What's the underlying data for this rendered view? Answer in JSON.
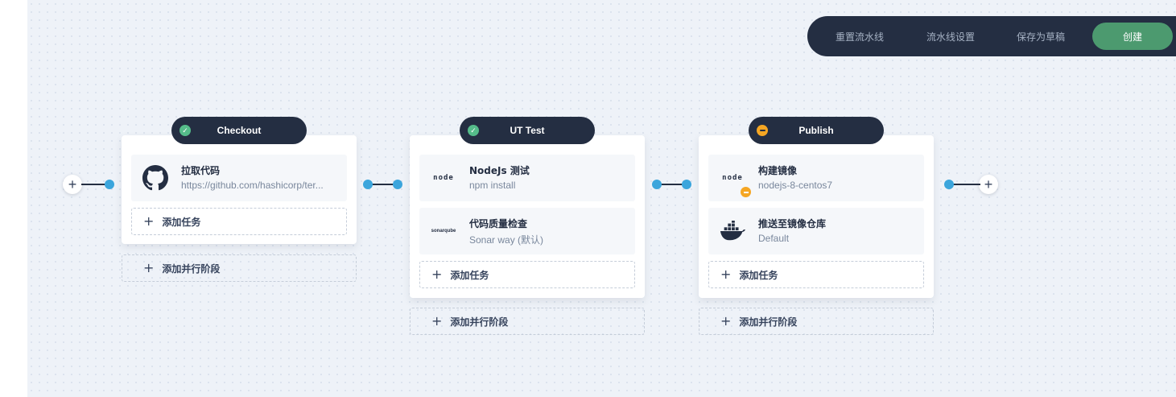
{
  "toolbar": {
    "reset": "重置流水线",
    "settings": "流水线设置",
    "draft": "保存为草稿",
    "create": "创建"
  },
  "colors": {
    "dark": "#242e42",
    "create_green": "#4c9a6f",
    "connector_blue": "#3ba5dc",
    "status_ok": "#55bc8a",
    "status_warn": "#f5a623"
  },
  "stages": [
    {
      "title": "Checkout",
      "status": "success",
      "tasks": [
        {
          "name": "拉取代码",
          "desc": "https://github.com/hashicorp/ter...",
          "icon": "github-icon"
        }
      ],
      "add_task": "添加任务",
      "add_parallel": "添加并行阶段"
    },
    {
      "title": "UT Test",
      "status": "success",
      "tasks": [
        {
          "name": "NodeJs 测试",
          "desc": "npm install",
          "icon": "nodejs-icon",
          "logo_text": "node"
        },
        {
          "name": "代码质量检查",
          "desc": "Sonar way (默认)",
          "icon": "sonarqube-icon",
          "logo_text": "sonarqube"
        }
      ],
      "add_task": "添加任务",
      "add_parallel": "添加并行阶段"
    },
    {
      "title": "Publish",
      "status": "warning",
      "tasks": [
        {
          "name": "构建镜像",
          "desc": "nodejs-8-centos7",
          "icon": "nodejs-icon",
          "logo_text": "node"
        },
        {
          "name": "推送至镜像仓库",
          "desc": "Default",
          "icon": "docker-icon"
        }
      ],
      "add_task": "添加任务",
      "add_parallel": "添加并行阶段"
    }
  ]
}
